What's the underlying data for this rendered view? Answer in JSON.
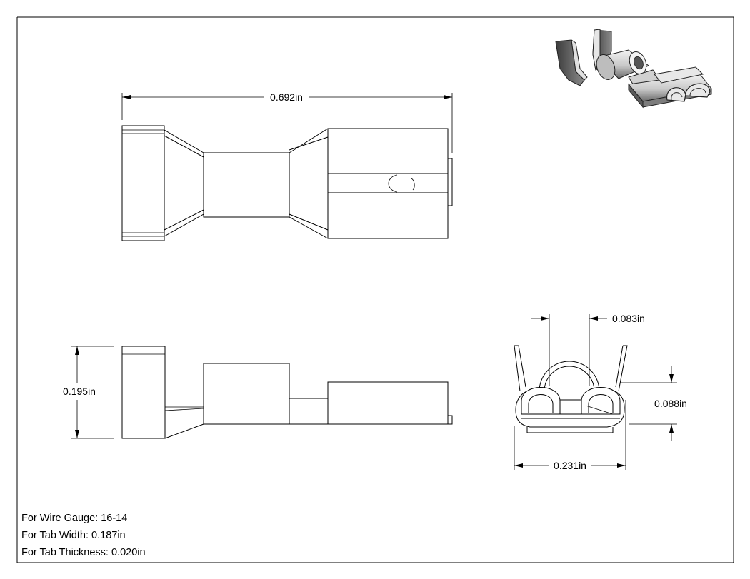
{
  "drawing": {
    "dimensions": {
      "length": "0.692in",
      "height": "0.195in",
      "barrel_spacing": "0.083in",
      "end_height": "0.088in",
      "width": "0.231in"
    },
    "notes": [
      "For Wire Gauge: 16-14",
      "For Tab Width: 0.187in",
      "For Tab Thickness: 0.020in"
    ],
    "colors": {
      "line": "#000000",
      "background": "#ffffff",
      "render_metal_light": "#e6e6e6",
      "render_metal_dark": "#4a4a4a"
    }
  }
}
